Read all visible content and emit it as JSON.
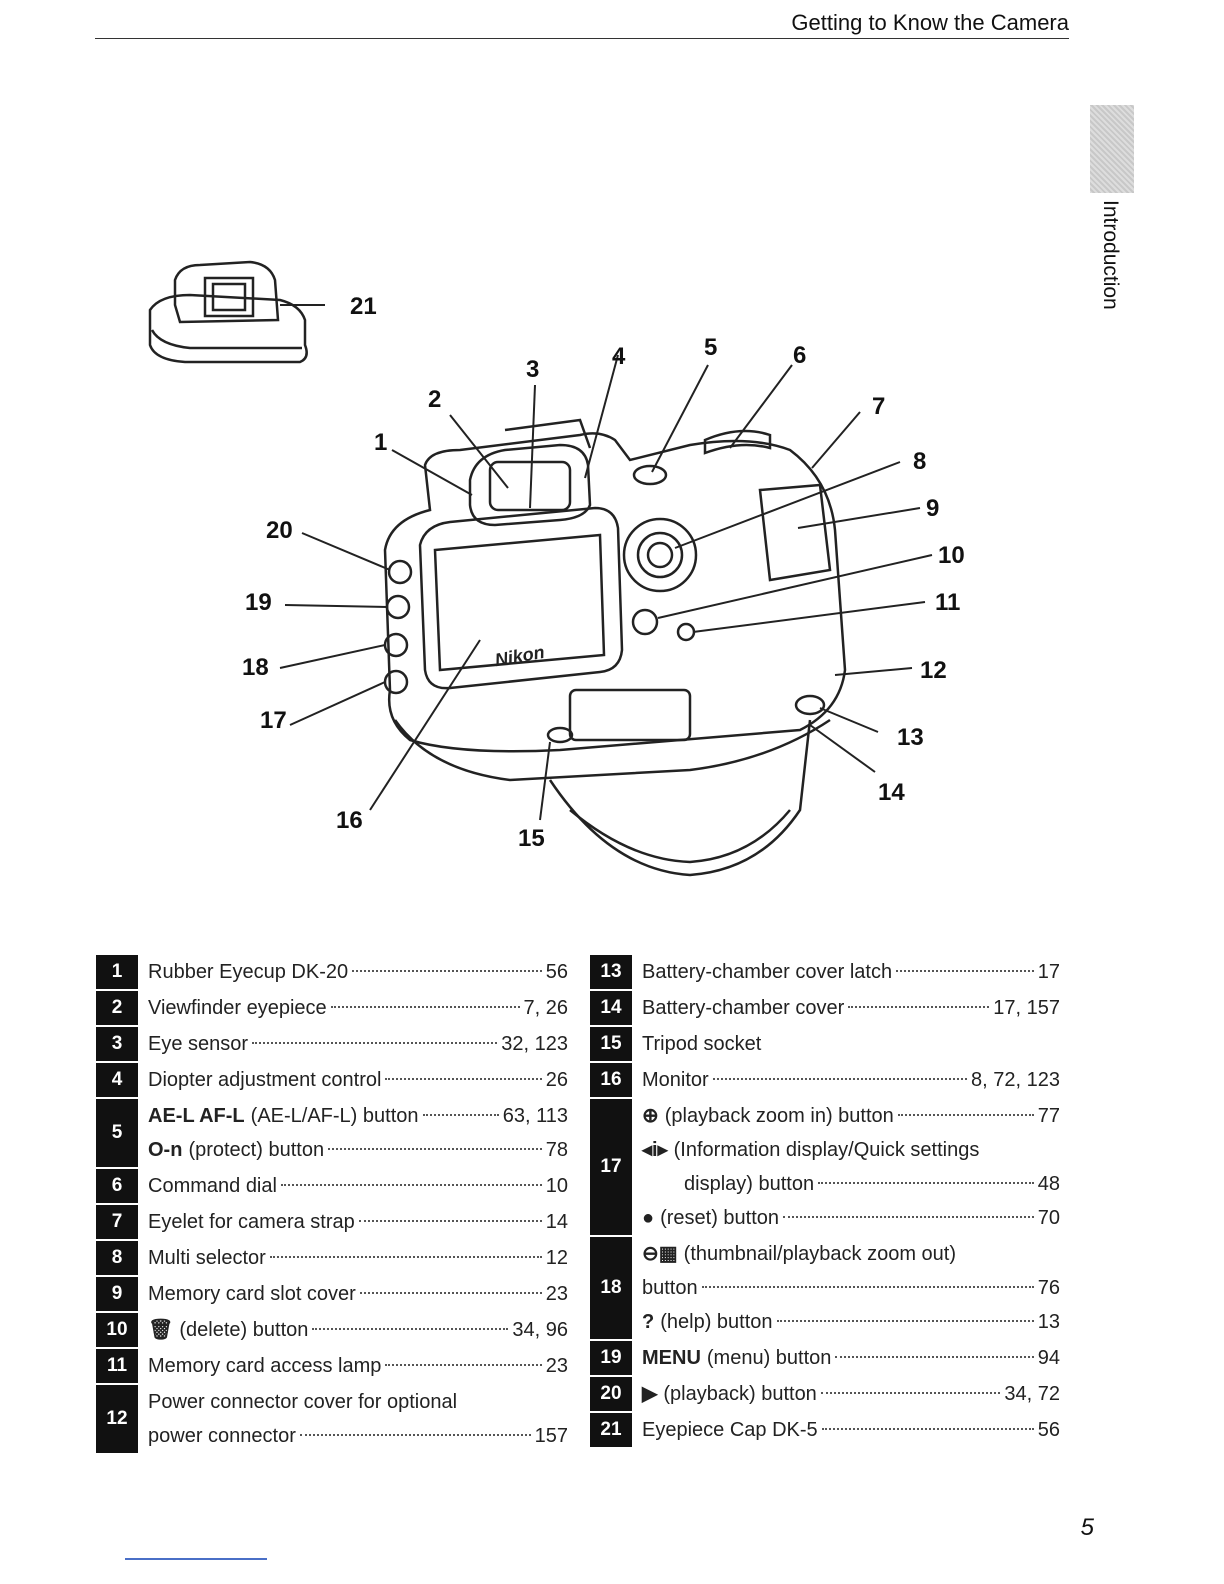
{
  "header": {
    "title": "Getting to Know the Camera"
  },
  "side_tab": {
    "label": "Introduction"
  },
  "page_number": "5",
  "callouts": [
    "1",
    "2",
    "3",
    "4",
    "5",
    "6",
    "7",
    "8",
    "9",
    "10",
    "11",
    "12",
    "13",
    "14",
    "15",
    "16",
    "17",
    "18",
    "19",
    "20",
    "21"
  ],
  "camera_brand": "Nikon",
  "legend_left": [
    {
      "num": "1",
      "entries": [
        {
          "text": "Rubber Eyecup DK-20",
          "page": "56"
        }
      ]
    },
    {
      "num": "2",
      "entries": [
        {
          "text": "Viewfinder eyepiece",
          "page": "7, 26"
        }
      ]
    },
    {
      "num": "3",
      "entries": [
        {
          "text": "Eye sensor",
          "page": "32, 123"
        }
      ]
    },
    {
      "num": "4",
      "entries": [
        {
          "text": "Diopter adjustment control",
          "page": "26"
        }
      ]
    },
    {
      "num": "5",
      "entries": [
        {
          "sym": "AE-L AF-L",
          "text": "(AE-L/AF-L) button",
          "page": "63, 113"
        },
        {
          "sym": "O-n",
          "text": "(protect) button",
          "page": "78"
        }
      ]
    },
    {
      "num": "6",
      "entries": [
        {
          "text": "Command dial",
          "page": "10"
        }
      ]
    },
    {
      "num": "7",
      "entries": [
        {
          "text": "Eyelet for camera strap",
          "page": "14"
        }
      ]
    },
    {
      "num": "8",
      "entries": [
        {
          "text": "Multi selector",
          "page": "12"
        }
      ]
    },
    {
      "num": "9",
      "entries": [
        {
          "text": "Memory card slot cover",
          "page": "23"
        }
      ]
    },
    {
      "num": "10",
      "entries": [
        {
          "sym": "🗑",
          "text": "(delete) button",
          "page": "34, 96"
        }
      ]
    },
    {
      "num": "11",
      "entries": [
        {
          "text": "Memory card access lamp",
          "page": "23"
        }
      ]
    },
    {
      "num": "12",
      "entries": [
        {
          "text": "Power connector cover for optional",
          "page": ""
        },
        {
          "text": "power connector",
          "page": "157"
        }
      ]
    }
  ],
  "legend_right": [
    {
      "num": "13",
      "entries": [
        {
          "text": "Battery-chamber cover latch",
          "page": "17"
        }
      ]
    },
    {
      "num": "14",
      "entries": [
        {
          "text": "Battery-chamber cover",
          "page": "17, 157"
        }
      ]
    },
    {
      "num": "15",
      "entries": [
        {
          "text": "Tripod socket",
          "page": ""
        }
      ]
    },
    {
      "num": "16",
      "entries": [
        {
          "text": "Monitor",
          "page": "8, 72, 123"
        }
      ]
    },
    {
      "num": "17",
      "entries": [
        {
          "sym": "⊕",
          "text": "(playback zoom in) button",
          "page": "77"
        },
        {
          "sym": "◂i▸",
          "text": "(Information display/Quick settings",
          "page": ""
        },
        {
          "text": "display) button",
          "page": "48",
          "indent": true
        },
        {
          "sym": "●",
          "text": "(reset) button",
          "page": "70"
        }
      ]
    },
    {
      "num": "18",
      "entries": [
        {
          "sym": "⊖▦",
          "text": "(thumbnail/playback zoom out)",
          "page": ""
        },
        {
          "text": "button",
          "page": "76"
        },
        {
          "sym": "?",
          "text": "(help) button",
          "page": "13"
        }
      ]
    },
    {
      "num": "19",
      "entries": [
        {
          "sym": "MENU",
          "text": "(menu) button",
          "page": "94"
        }
      ]
    },
    {
      "num": "20",
      "entries": [
        {
          "sym": "▶",
          "text": "(playback) button",
          "page": "34, 72"
        }
      ]
    },
    {
      "num": "21",
      "entries": [
        {
          "text": "Eyepiece Cap DK-5",
          "page": "56"
        }
      ]
    }
  ]
}
